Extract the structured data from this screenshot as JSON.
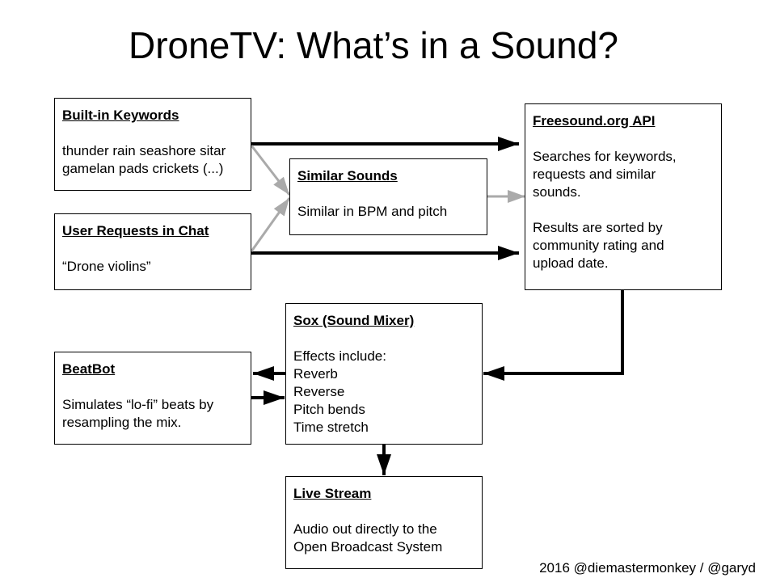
{
  "title": "DroneTV: What’s in a Sound?",
  "boxes": {
    "builtin_keywords": {
      "title": "Built-in Keywords",
      "text": "thunder rain seashore sitar\ngamelan pads crickets (...)"
    },
    "user_requests": {
      "title": "User Requests in Chat",
      "text": "“Drone violins”"
    },
    "similar_sounds": {
      "title": "Similar Sounds",
      "text": "Similar in BPM and pitch"
    },
    "freesound": {
      "title": "Freesound.org API",
      "text": "Searches for keywords,\nrequests and similar\nsounds.",
      "text2": "Results are sorted by\ncommunity rating and\nupload date."
    },
    "sox": {
      "title": "Sox (Sound Mixer)",
      "text": "Effects include:\nReverb\nReverse\nPitch bends\nTime stretch"
    },
    "beatbot": {
      "title": "BeatBot",
      "text": "Simulates “lo-fi” beats by\nresampling the mix."
    },
    "live_stream": {
      "title": "Live Stream",
      "text": "Audio out directly to the\nOpen Broadcast System"
    }
  },
  "colors": {
    "primary_arrow": "#000000",
    "secondary_arrow": "#aaaaaa",
    "box_border": "#000000"
  },
  "footer": "2016 @diemastermonkey / @garyd"
}
